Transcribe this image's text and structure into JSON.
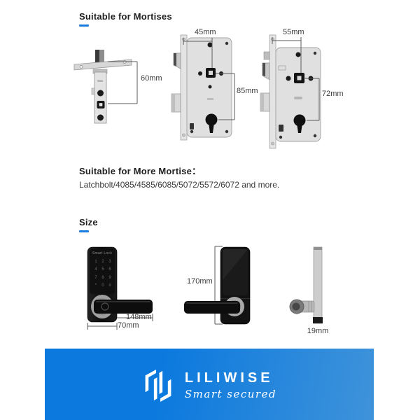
{
  "accent_color": "#1a7be0",
  "mortise_section": {
    "heading": "Suitable for Mortises",
    "mortises": [
      {
        "name": "latchbolt-mortise",
        "height_label": "60mm"
      },
      {
        "name": "mortise-45-85",
        "backset_label": "45mm",
        "center_label": "85mm"
      },
      {
        "name": "mortise-55-72",
        "backset_label": "55mm",
        "center_label": "72mm"
      }
    ]
  },
  "more_mortise_section": {
    "heading": "Suitable for More Mortise：",
    "body": "Latchbolt/4085/4585/6085/5072/5572/6072 and more."
  },
  "size_section": {
    "heading": "Size",
    "front_lock": {
      "brand_label": "Smart Lock",
      "keypad": [
        "1",
        "2",
        "3",
        "4",
        "5",
        "6",
        "7",
        "8",
        "9",
        "*",
        "0",
        "#"
      ],
      "handle_length_label": "148mm",
      "body_width_label": "70mm"
    },
    "back_lock": {
      "height_label": "170mm"
    },
    "side_lock": {
      "thickness_label": "19mm"
    }
  },
  "footer": {
    "brand": "LILIWISE",
    "tagline": "Smart secured",
    "gradient_left": "#0b79de",
    "gradient_right": "#3f93da"
  }
}
